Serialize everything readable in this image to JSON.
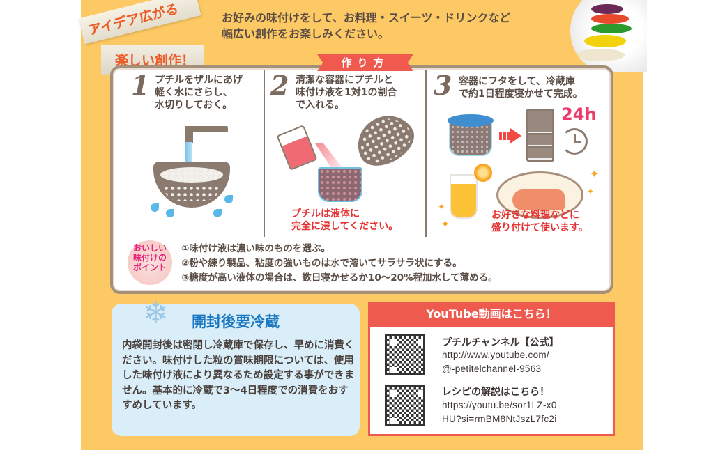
{
  "header": {
    "ribbon_line1": "アイデア広がる",
    "ribbon_line2": "楽しい創作！",
    "intro_line1": "お好みの味付けをして、お料理・スイーツ・ドリンクなど",
    "intro_line2": "幅広い創作をお楽しみください。"
  },
  "recipe": {
    "title": "作り方",
    "steps": [
      {
        "number": "1",
        "text": "プチルをザルにあげ\n軽く水にさらし、\n水切りしておく。",
        "icon": "colander-under-faucet-icon"
      },
      {
        "number": "2",
        "text": "清潔な容器にプチルと\n味付け液を1対1の割合\nで入れる。",
        "note": "プチルは液体に\n完全に浸してください。",
        "icon": "pour-liquid-icon"
      },
      {
        "number": "3",
        "text": "容器にフタをして、冷蔵庫\nで約1日程度寝かせて完成。",
        "duration": "24h",
        "note": "お好きな料理などに\n盛り付けて使います。",
        "icon": "fridge-clock-icon"
      }
    ]
  },
  "tips": {
    "badge": "おいしい\n味付けの\nポイント",
    "items": [
      "①味付け液は濃い味のものを選ぶ。",
      "②粉や練り製品、粘度の強いものは水で溶いてサラサラ状にする。",
      "③糖度が高い液体の場合は、数日寝かせるか10～20%程加水して薄める。"
    ]
  },
  "storage": {
    "title": "開封後要冷蔵",
    "icon": "snowflake-icon",
    "text": "内袋開封後は密閉し冷蔵庫で保存し、早めに消費ください。味付けした粒の賞味期限については、使用した味付け液により異なるため設定する事ができません。基本的に冷蔵で3～4日程度での消費をおすすめしています。"
  },
  "youtube": {
    "header": "YouTube動画はこちら！",
    "links": [
      {
        "label": "プチルチャンネル【公式】",
        "url_line1": "http://www.youtube.com/",
        "url_line2": "@-petitelchannel-9563"
      },
      {
        "label": "レシピの解説はこちら！",
        "url_line1": "https://youtu.be/sor1LZ-x0",
        "url_line2": "HU?si=rmBM8NtJszL7fc2i"
      }
    ]
  },
  "colors": {
    "panel": "#fdc964",
    "accent_red": "#ef5a4f",
    "ribbon_text": "#ec5a25",
    "card_border": "#a58f78",
    "storage_bg": "#d9eef9",
    "storage_title": "#1b78c0",
    "note_red": "#e63232",
    "badge_pink": "#e8237c"
  }
}
